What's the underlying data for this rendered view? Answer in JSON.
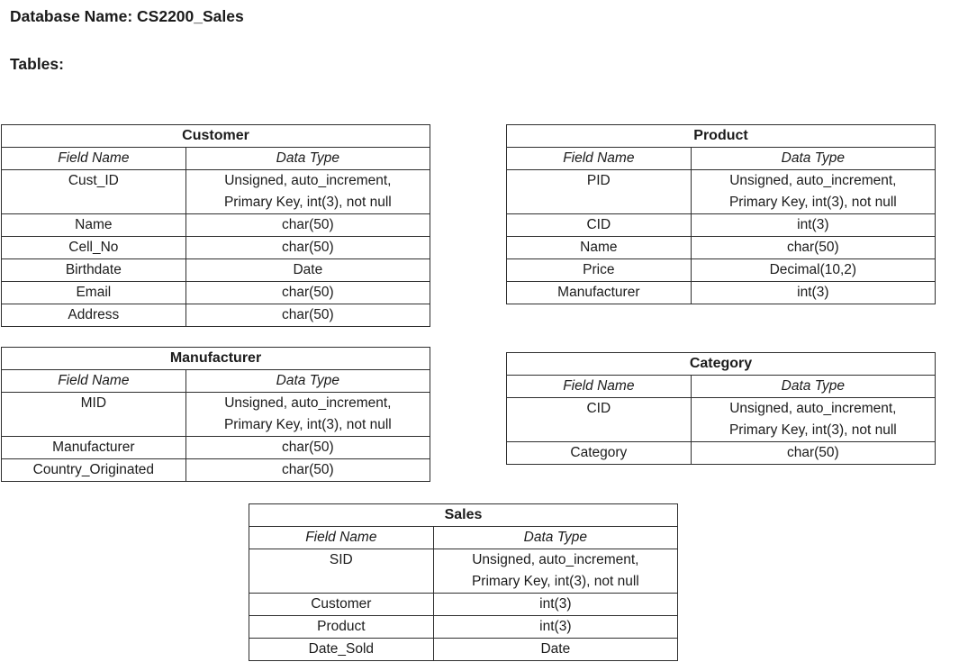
{
  "header": {
    "database_name_label": "Database Name: CS2200_Sales",
    "tables_label": "Tables:"
  },
  "column_headers": {
    "field_name": "Field Name",
    "data_type": "Data Type"
  },
  "tables": [
    {
      "title": "Customer",
      "rows": [
        {
          "field": "Cust_ID",
          "type": "Unsigned, auto_increment,\nPrimary Key, int(3), not null"
        },
        {
          "field": "Name",
          "type": "char(50)"
        },
        {
          "field": "Cell_No",
          "type": "char(50)"
        },
        {
          "field": "Birthdate",
          "type": "Date"
        },
        {
          "field": "Email",
          "type": "char(50)"
        },
        {
          "field": "Address",
          "type": "char(50)"
        }
      ]
    },
    {
      "title": "Product",
      "rows": [
        {
          "field": "PID",
          "type": "Unsigned, auto_increment,\nPrimary Key, int(3), not null"
        },
        {
          "field": "CID",
          "type": "int(3)"
        },
        {
          "field": "Name",
          "type": "char(50)"
        },
        {
          "field": "Price",
          "type": "Decimal(10,2)"
        },
        {
          "field": "Manufacturer",
          "type": "int(3)"
        }
      ]
    },
    {
      "title": "Manufacturer",
      "rows": [
        {
          "field": "MID",
          "type": "Unsigned, auto_increment,\nPrimary Key, int(3), not null"
        },
        {
          "field": "Manufacturer",
          "type": "char(50)"
        },
        {
          "field": "Country_Originated",
          "type": "char(50)"
        }
      ]
    },
    {
      "title": "Category",
      "rows": [
        {
          "field": "CID",
          "type": "Unsigned, auto_increment,\nPrimary Key, int(3), not null"
        },
        {
          "field": "Category",
          "type": "char(50)"
        }
      ]
    },
    {
      "title": "Sales",
      "rows": [
        {
          "field": "SID",
          "type": "Unsigned, auto_increment,\nPrimary Key, int(3), not null"
        },
        {
          "field": "Customer",
          "type": "int(3)"
        },
        {
          "field": "Product",
          "type": "int(3)"
        },
        {
          "field": "Date_Sold",
          "type": "Date"
        }
      ]
    }
  ]
}
